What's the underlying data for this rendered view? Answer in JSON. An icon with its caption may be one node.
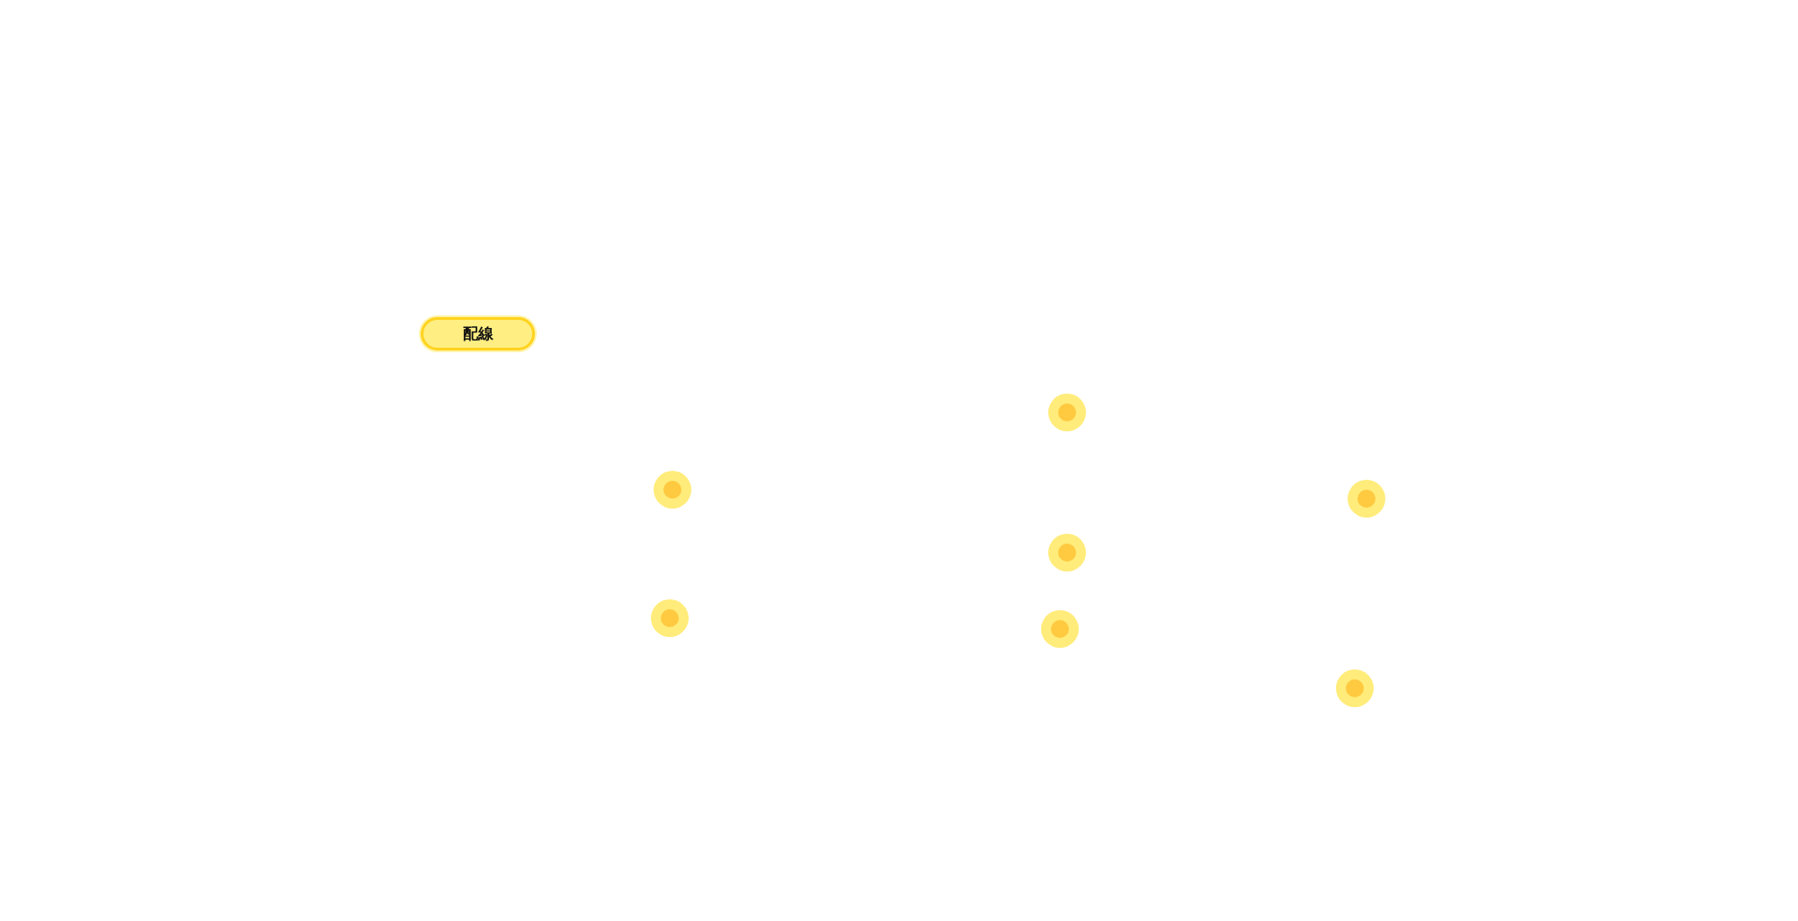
{
  "diagram": {
    "nodes": [
      {
        "text": [
          "配線"
        ]
      },
      {
        "text": [],
        "shape": "circle"
      },
      {
        "text": [],
        "shape": "circle"
      },
      {
        "text": [],
        "shape": "circle"
      },
      {
        "text": [],
        "shape": "circle"
      },
      {
        "text": [],
        "shape": "circle"
      },
      {
        "text": [],
        "shape": "circle"
      },
      {
        "text": [],
        "shape": "circle"
      }
    ]
  }
}
